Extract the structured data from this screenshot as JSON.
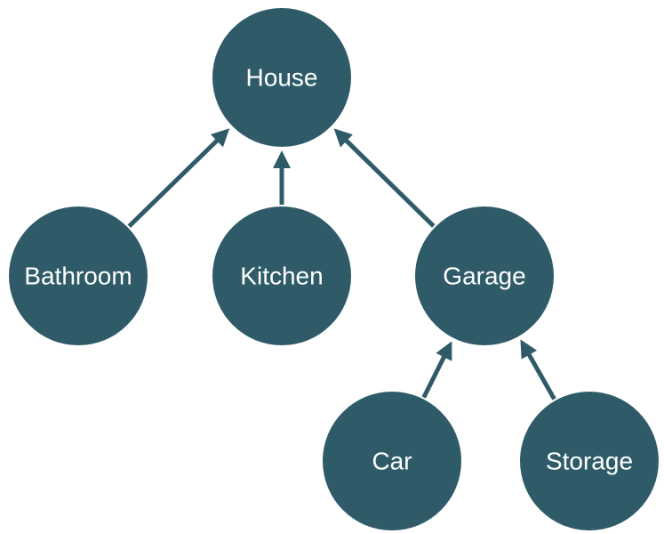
{
  "colors": {
    "node": "#2f5b69",
    "text": "#ffffff"
  },
  "nodes": [
    {
      "id": "house",
      "label": "House"
    },
    {
      "id": "bathroom",
      "label": "Bathroom"
    },
    {
      "id": "kitchen",
      "label": "Kitchen"
    },
    {
      "id": "garage",
      "label": "Garage"
    },
    {
      "id": "car",
      "label": "Car"
    },
    {
      "id": "storage",
      "label": "Storage"
    }
  ],
  "edges": [
    {
      "from": "bathroom",
      "to": "house"
    },
    {
      "from": "kitchen",
      "to": "house"
    },
    {
      "from": "garage",
      "to": "house"
    },
    {
      "from": "car",
      "to": "garage"
    },
    {
      "from": "storage",
      "to": "garage"
    }
  ]
}
